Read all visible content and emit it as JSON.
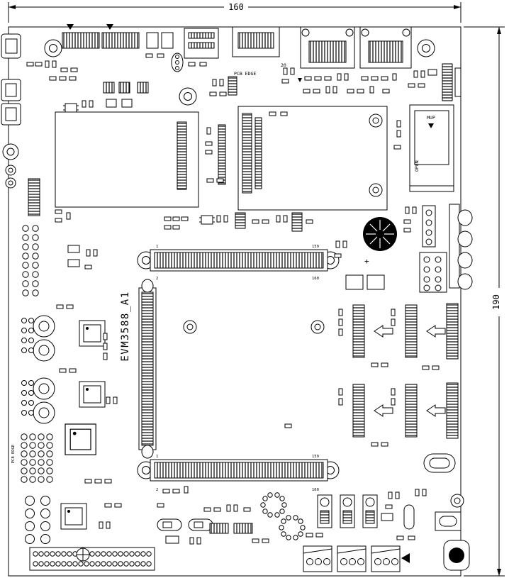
{
  "diagram": {
    "board_name": "EVM3588_A1",
    "dimension_width": "160",
    "dimension_height": "190",
    "pcb_edge_top_label": "PCB EDGE",
    "pcb_edge_left_label": "PCB EDGE",
    "sim_label_mup": "MUP",
    "sim_label_open": "OPEN",
    "battery_plus": "+",
    "hdmi_pin_label": "20",
    "b2b1": {
      "pin_1": "1",
      "pin_2": "2",
      "pin_159": "159",
      "pin_160": "160"
    },
    "b2b2": {
      "pin_1": "1",
      "pin_2": "2",
      "pin_159": "159",
      "pin_160": "160"
    }
  }
}
